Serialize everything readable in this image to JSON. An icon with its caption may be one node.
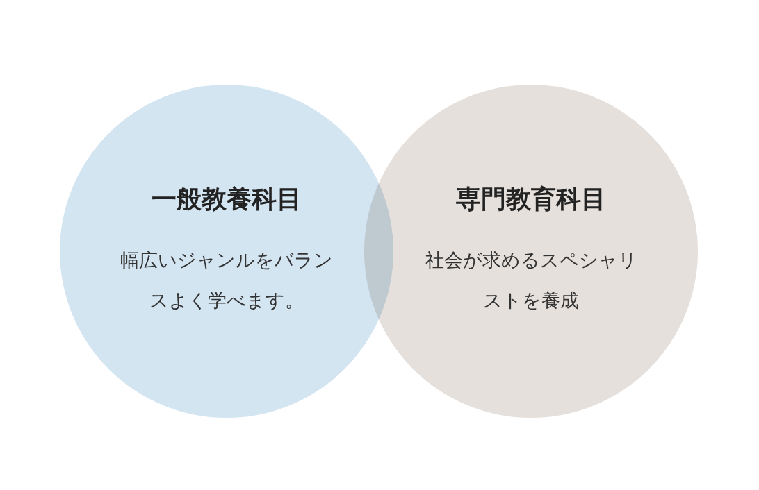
{
  "diagram": {
    "nodes": [
      {
        "text": [
          "一般教養科目",
          "幅広いジャンルをバランスよく学べます。"
        ]
      },
      {
        "text": [
          "専門教育科目",
          "社会が求めるスペシャリストを養成"
        ]
      }
    ]
  }
}
